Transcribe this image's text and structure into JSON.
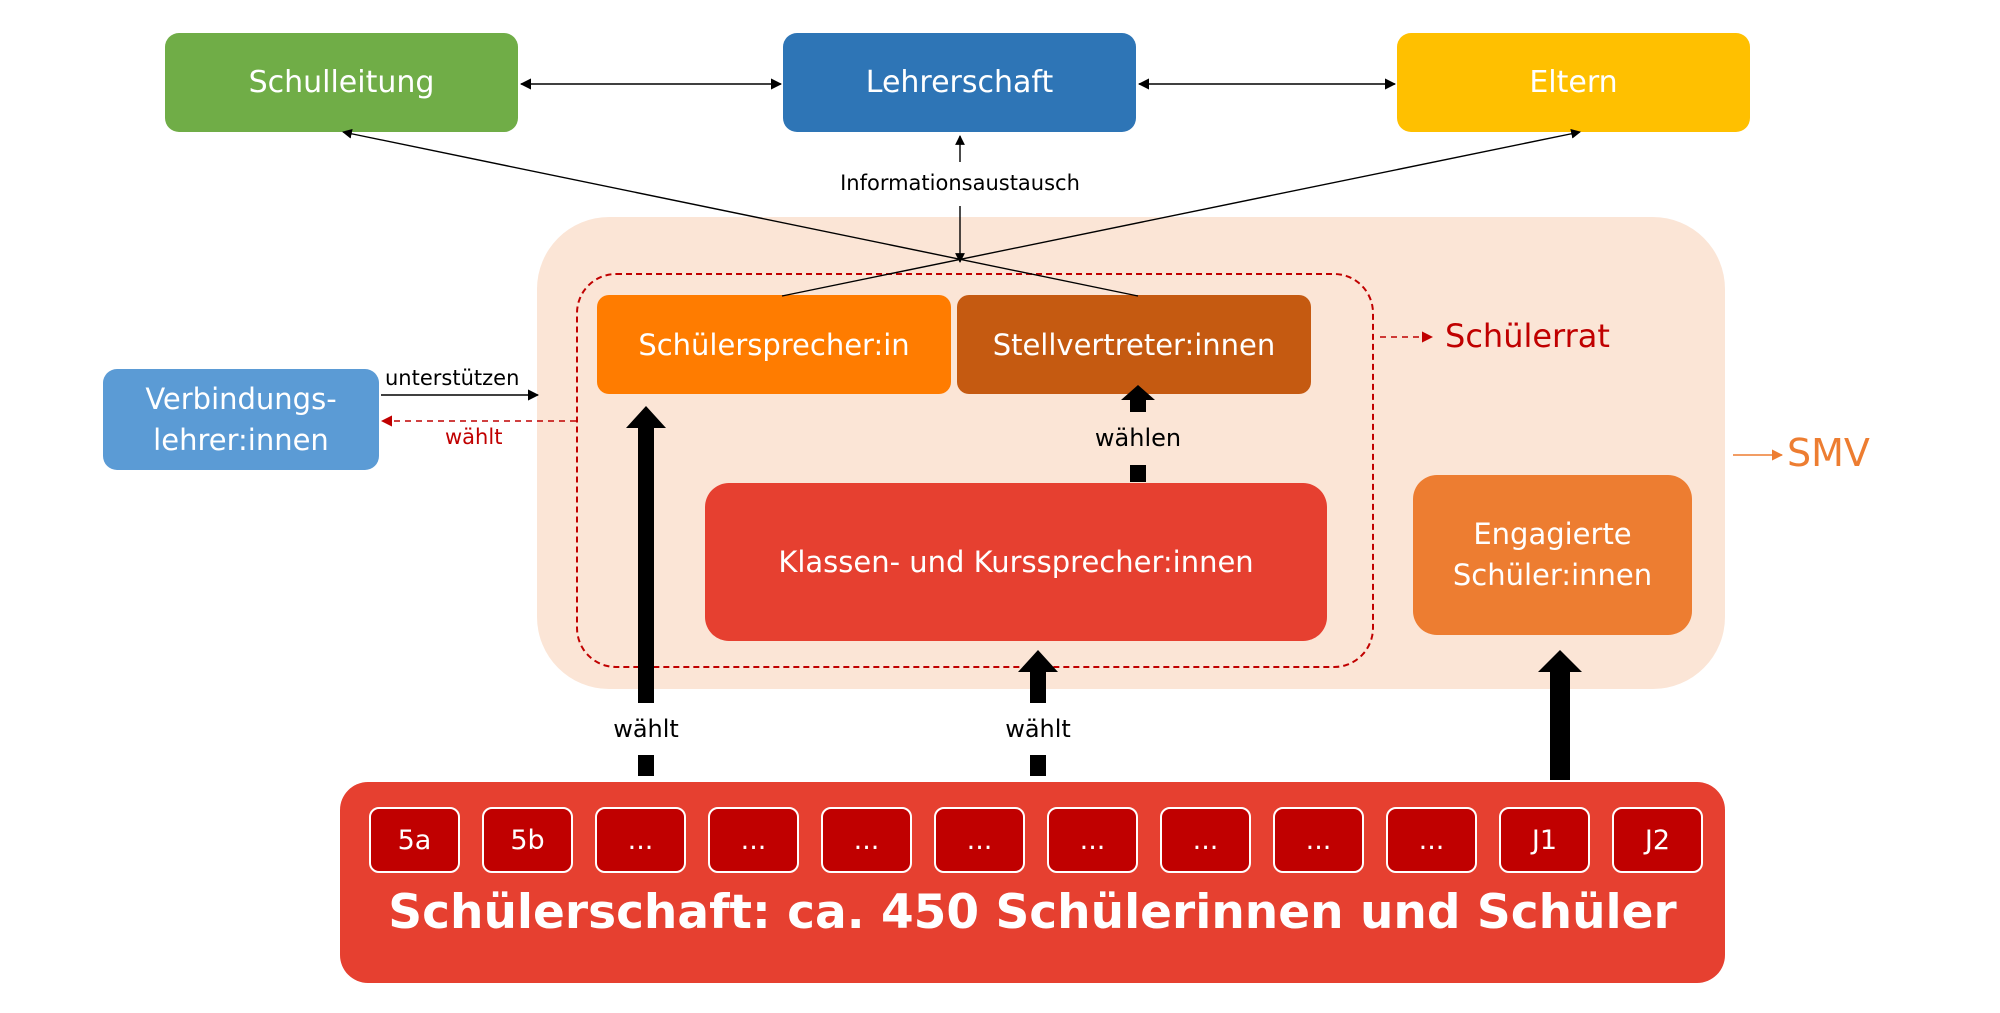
{
  "nodes": {
    "schulleitung": "Schulleitung",
    "lehrerschaft": "Lehrerschaft",
    "eltern": "Eltern",
    "schuelersprecher": "Schülersprecher:in",
    "stellvertreter": "Stellvertreter:innen",
    "klassensprecher": "Klassen- und Kurssprecher:innen",
    "engagierte_1": "Engagierte",
    "engagierte_2": "Schüler:innen",
    "verbindung_1": "Verbindungs-",
    "verbindung_2": "lehrer:innen",
    "schuelerschaft": "Schülerschaft: ca. 450 Schülerinnen und Schüler"
  },
  "labels": {
    "informationsaustausch": "Informationsaustausch",
    "schuelerrat": "Schülerrat",
    "smv": "SMV",
    "unterstuetzen": "unterstützen",
    "waehlt_red": "wählt",
    "waehlen": "wählen",
    "waehlt_left": "wählt",
    "waehlt_mid": "wählt"
  },
  "classes": [
    "5a",
    "5b",
    "...",
    "...",
    "...",
    "...",
    "...",
    "...",
    "...",
    "...",
    "J1",
    "J2"
  ],
  "colors": {
    "schulleitung": "#70ad47",
    "lehrerschaft": "#2e75b6",
    "eltern": "#ffc000",
    "smv_area": "#fbe5d6",
    "schuelerrat": "#c00000",
    "schuelersprecher": "#ff7c00",
    "stellvertreter": "#c55a11",
    "klassensprecher": "#e64030",
    "engagierte": "#ed7d31",
    "verbindung": "#5b9bd5",
    "schuelerschaft": "#e64030",
    "class_box": "#c00000",
    "smv_label": "#ed7d31"
  }
}
